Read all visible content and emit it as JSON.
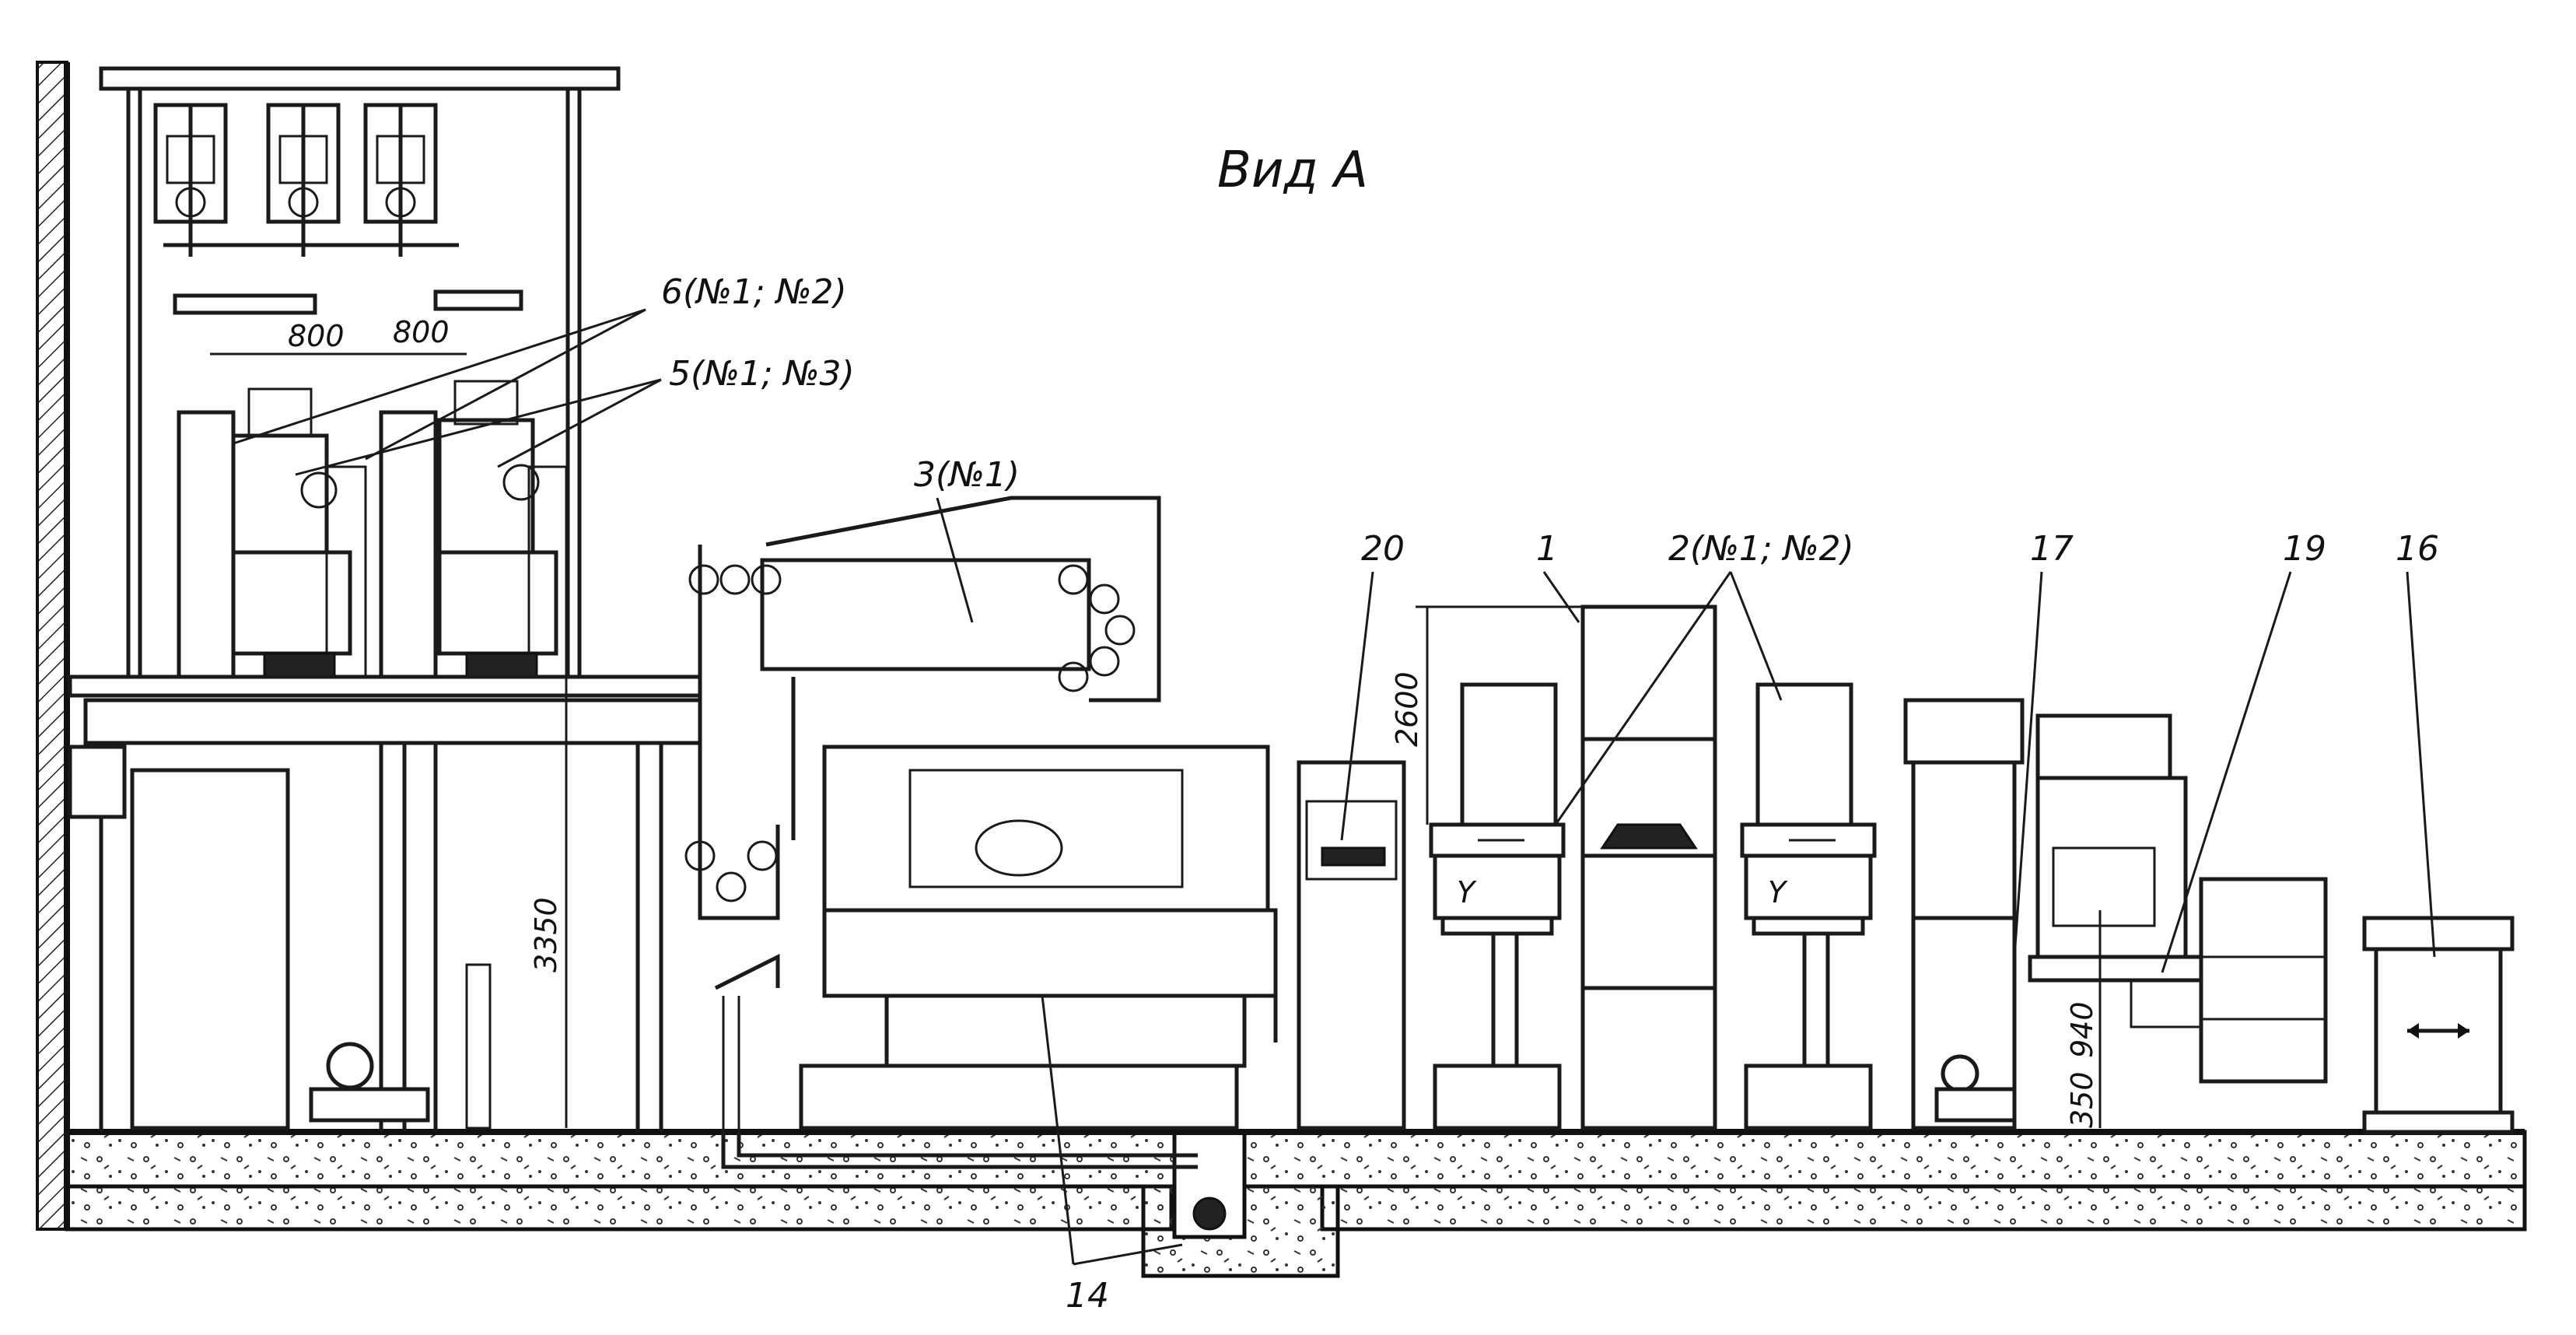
{
  "title": "Вид А",
  "callouts": {
    "c6": "6(№1; №2)",
    "c5": "5(№1; №3)",
    "c3": "3(№1)",
    "c20": "20",
    "c1": "1",
    "c2": "2(№1; №2)",
    "c17": "17",
    "c19": "19",
    "c16": "16",
    "c14": "14"
  },
  "dimensions": {
    "d800a": "800",
    "d800b": "800",
    "d3350": "3350",
    "d2600": "2600",
    "d940": "940",
    "d350": "350",
    "axisY1": "Y",
    "axisY2": "Y"
  }
}
